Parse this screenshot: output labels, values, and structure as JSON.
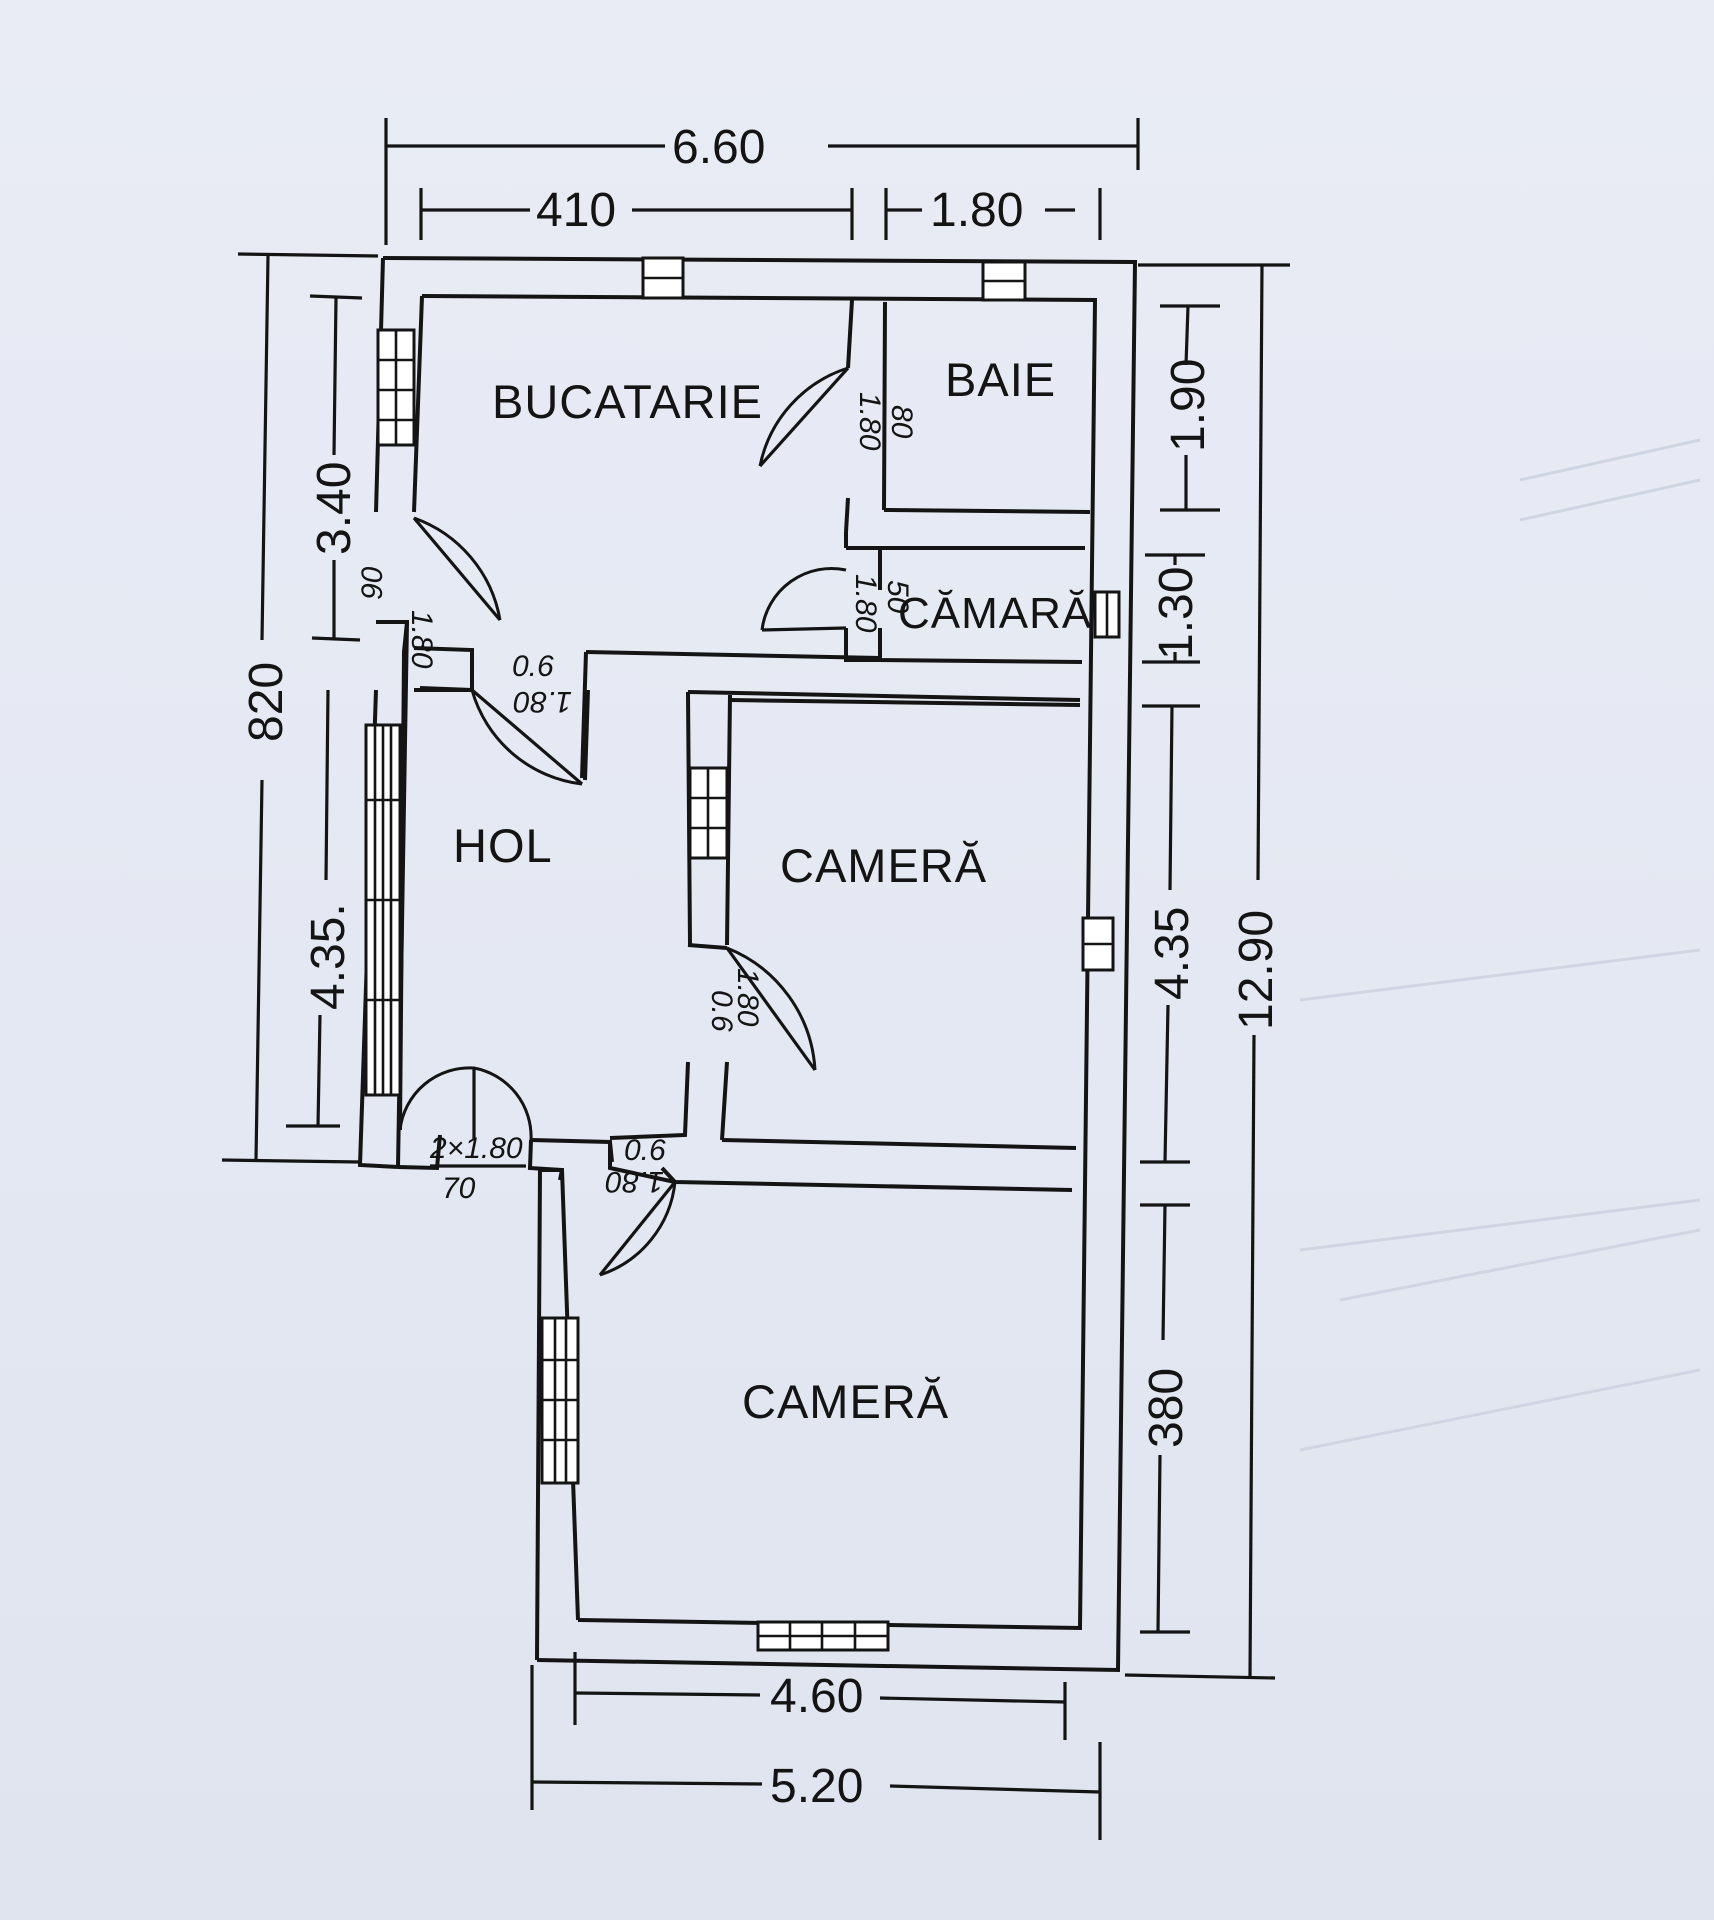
{
  "rooms": {
    "kitchen": "BUCATARIE",
    "bathroom": "BAIE",
    "pantry": "CĂMARĂ",
    "hall": "HOL",
    "room1": "CAMERĂ",
    "room2": "CAMERĂ"
  },
  "dimensions": {
    "top_total": "6.60",
    "top_left": "410",
    "top_right": "1.80",
    "left_total": "820",
    "left_upper": "3.40",
    "left_lower": "4.35.",
    "right_bath": "1.90",
    "right_pantry": "1.30",
    "right_room": "4.35",
    "right_room2": "380",
    "right_total": "12.90",
    "bottom_inner": "4.60",
    "bottom_outer": "5.20"
  },
  "doors": {
    "kitchen_entry_a": "90",
    "kitchen_entry_b": "1.80",
    "hall_top_a": "0.6",
    "hall_top_b": "1.80",
    "bath_a": "1.80",
    "bath_b": "80",
    "pantry_a": "1.80",
    "pantry_b": "50",
    "room1_a": "0.6",
    "room1_b": "1.80",
    "entrance_a": "2×1.80",
    "entrance_b": "70",
    "room2_a": "0.6",
    "room2_b": "1.80"
  },
  "colors": {
    "ink": "#141414",
    "paper": "#e6eaf3"
  }
}
